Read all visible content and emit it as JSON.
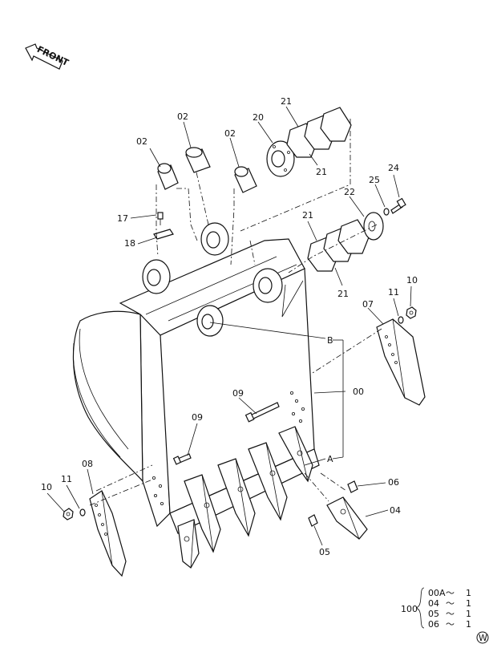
{
  "front_label": "FRONT",
  "callouts": {
    "c00": "00",
    "c02a": "02",
    "c02b": "02",
    "c02c": "02",
    "c04": "04",
    "c05": "05",
    "c06": "06",
    "c07": "07",
    "c08": "08",
    "c09a": "09",
    "c09b": "09",
    "c10a": "10",
    "c10b": "10",
    "c11a": "11",
    "c11b": "11",
    "c17": "17",
    "c18": "18",
    "c20": "20",
    "c21a": "21",
    "c21b": "21",
    "c21c": "21",
    "c21d": "21",
    "c22": "22",
    "c24": "24",
    "c25": "25",
    "refA": "A",
    "refB": "B"
  },
  "assembly_table": {
    "assembly_no": "100",
    "rows": [
      {
        "part": "00A",
        "sep": "～",
        "qty": "1"
      },
      {
        "part": "04",
        "sep": "～",
        "qty": "1"
      },
      {
        "part": "05",
        "sep": "～",
        "qty": "1"
      },
      {
        "part": "06",
        "sep": "～",
        "qty": "1"
      }
    ]
  },
  "watermark": "W"
}
